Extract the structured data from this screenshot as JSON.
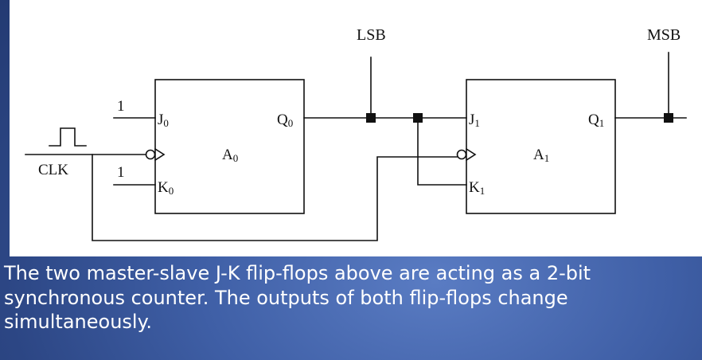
{
  "diagram": {
    "labels": {
      "lsb": "LSB",
      "msb": "MSB",
      "clk": "CLK",
      "j_input": "1",
      "k_input": "1"
    },
    "flipflops": [
      {
        "name_main": "A",
        "name_sub": "0",
        "j_main": "J",
        "j_sub": "0",
        "k_main": "K",
        "k_sub": "0",
        "q_main": "Q",
        "q_sub": "0"
      },
      {
        "name_main": "A",
        "name_sub": "1",
        "j_main": "J",
        "j_sub": "1",
        "k_main": "K",
        "k_sub": "1",
        "q_main": "Q",
        "q_sub": "1"
      }
    ]
  },
  "caption": "The two master-slave J-K flip-flops above are acting as a 2-bit synchronous counter. The outputs of both flip-flops change simultaneously."
}
